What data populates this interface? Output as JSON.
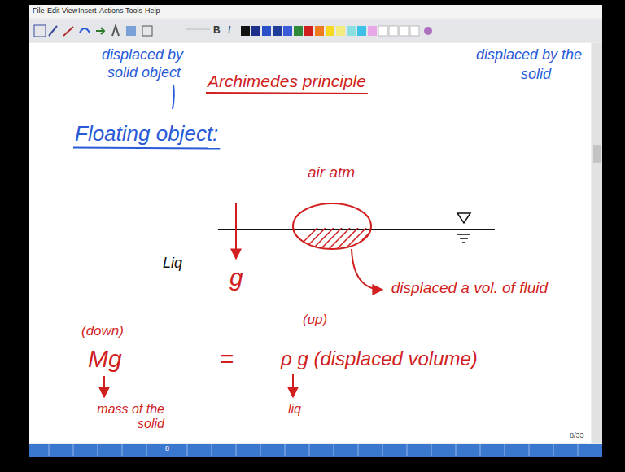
{
  "diagram": {
    "labels": [
      "File",
      "Edit",
      "View",
      "Insert",
      "Actions",
      "Tools",
      "Help",
      "B",
      "I",
      "displaced by",
      "solid object",
      "Archimedes principle",
      "displaced by the",
      "solid",
      "Floating object:",
      "air atm",
      "Liq",
      "g",
      "displaced a vol. of fluid",
      "(down)",
      "(up)",
      "Mg",
      "=",
      "ρ g (displaced volume)",
      "mass of the solid",
      "liq",
      "8/33",
      "8"
    ]
  }
}
